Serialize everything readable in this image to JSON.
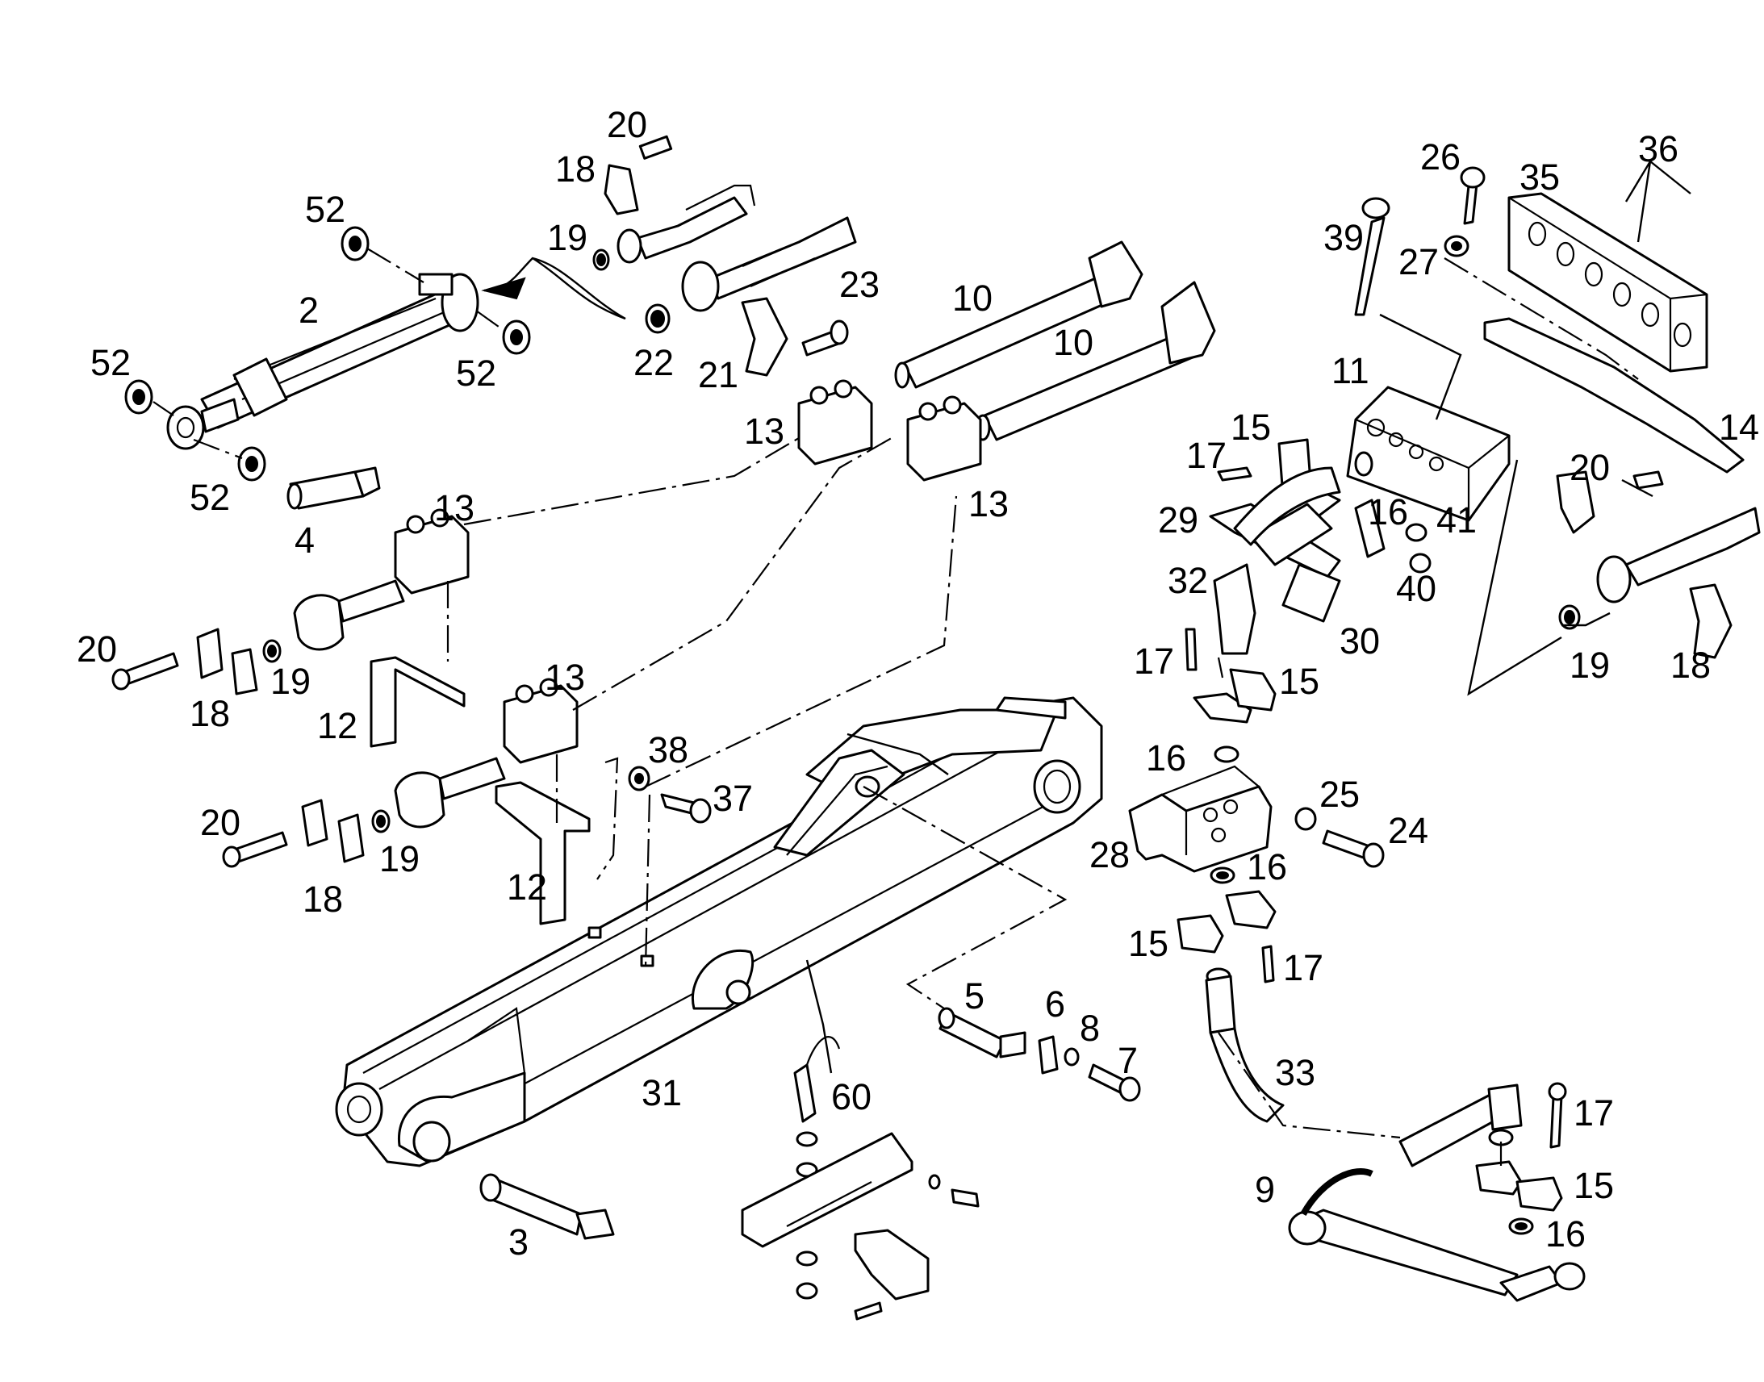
{
  "diagram": {
    "callouts": [
      {
        "id": "c-52a",
        "text": "52"
      },
      {
        "id": "c-52b",
        "text": "52"
      },
      {
        "id": "c-52c",
        "text": "52"
      },
      {
        "id": "c-52d",
        "text": "52"
      },
      {
        "id": "c-2",
        "text": "2"
      },
      {
        "id": "c-4",
        "text": "4"
      },
      {
        "id": "c-20a",
        "text": "20"
      },
      {
        "id": "c-18a",
        "text": "18"
      },
      {
        "id": "c-19a",
        "text": "19"
      },
      {
        "id": "c-22",
        "text": "22"
      },
      {
        "id": "c-23",
        "text": "23"
      },
      {
        "id": "c-21",
        "text": "21"
      },
      {
        "id": "c-10a",
        "text": "10"
      },
      {
        "id": "c-10b",
        "text": "10"
      },
      {
        "id": "c-13a",
        "text": "13"
      },
      {
        "id": "c-13b",
        "text": "13"
      },
      {
        "id": "c-13c",
        "text": "13"
      },
      {
        "id": "c-13d",
        "text": "13"
      },
      {
        "id": "c-20b",
        "text": "20"
      },
      {
        "id": "c-18b",
        "text": "18"
      },
      {
        "id": "c-19b",
        "text": "19"
      },
      {
        "id": "c-12a",
        "text": "12"
      },
      {
        "id": "c-20c",
        "text": "20"
      },
      {
        "id": "c-18c",
        "text": "18"
      },
      {
        "id": "c-19c",
        "text": "19"
      },
      {
        "id": "c-12b",
        "text": "12"
      },
      {
        "id": "c-38",
        "text": "38"
      },
      {
        "id": "c-37",
        "text": "37"
      },
      {
        "id": "c-31",
        "text": "31"
      },
      {
        "id": "c-3",
        "text": "3"
      },
      {
        "id": "c-60",
        "text": "60"
      },
      {
        "id": "c-5",
        "text": "5"
      },
      {
        "id": "c-6",
        "text": "6"
      },
      {
        "id": "c-8",
        "text": "8"
      },
      {
        "id": "c-7",
        "text": "7"
      },
      {
        "id": "c-39",
        "text": "39"
      },
      {
        "id": "c-26",
        "text": "26"
      },
      {
        "id": "c-35",
        "text": "35"
      },
      {
        "id": "c-36",
        "text": "36"
      },
      {
        "id": "c-27",
        "text": "27"
      },
      {
        "id": "c-11",
        "text": "11"
      },
      {
        "id": "c-14",
        "text": "14"
      },
      {
        "id": "c-15a",
        "text": "15"
      },
      {
        "id": "c-17a",
        "text": "17"
      },
      {
        "id": "c-29",
        "text": "29"
      },
      {
        "id": "c-16a",
        "text": "16"
      },
      {
        "id": "c-41",
        "text": "41"
      },
      {
        "id": "c-40",
        "text": "40"
      },
      {
        "id": "c-32",
        "text": "32"
      },
      {
        "id": "c-30",
        "text": "30"
      },
      {
        "id": "c-20d",
        "text": "20"
      },
      {
        "id": "c-19d",
        "text": "19"
      },
      {
        "id": "c-18d",
        "text": "18"
      },
      {
        "id": "c-17b",
        "text": "17"
      },
      {
        "id": "c-15b",
        "text": "15"
      },
      {
        "id": "c-16b",
        "text": "16"
      },
      {
        "id": "c-25",
        "text": "25"
      },
      {
        "id": "c-24",
        "text": "24"
      },
      {
        "id": "c-28",
        "text": "28"
      },
      {
        "id": "c-16c",
        "text": "16"
      },
      {
        "id": "c-15c",
        "text": "15"
      },
      {
        "id": "c-17c",
        "text": "17"
      },
      {
        "id": "c-33",
        "text": "33"
      },
      {
        "id": "c-17d",
        "text": "17"
      },
      {
        "id": "c-9",
        "text": "9"
      },
      {
        "id": "c-15d",
        "text": "15"
      },
      {
        "id": "c-16d",
        "text": "16"
      }
    ]
  }
}
